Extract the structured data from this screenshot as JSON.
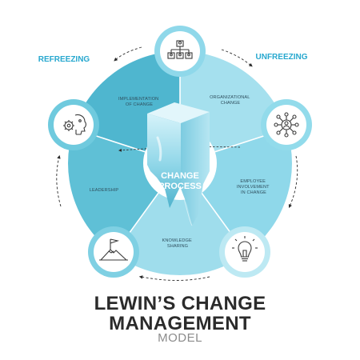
{
  "phases": {
    "refreezing": "REFREEZING",
    "unfreezing": "UNFREEZING"
  },
  "center": {
    "line1": "CHANGE",
    "line2": "PROCESS"
  },
  "segments": {
    "implementation": [
      "IMPLEMENTATION",
      "OF CHANGE"
    ],
    "organizational": [
      "ORGANIZATIONAL",
      "CHANGE"
    ],
    "employee": [
      "EMPLOYEE",
      "INVOLVEMENT",
      "IN CHANGE"
    ],
    "knowledge": [
      "KNOWLEDGE",
      "SHARING"
    ],
    "leadership": [
      "LEADERSHIP"
    ]
  },
  "title": {
    "line1": "LEWIN’S CHANGE",
    "line2": "MANAGEMENT",
    "line3": "MODEL"
  },
  "icons": {
    "top": "org-chart-icon",
    "right": "network-people-icon",
    "bottom_right": "lightbulb-icon",
    "bottom_left": "mountain-flag-icon",
    "left": "gear-brain-icon"
  },
  "colors": {
    "dark_teal": "#58bcd2",
    "mid_teal": "#6fcade",
    "light_teal": "#92dbeb",
    "pale_teal": "#bde9f3",
    "label_blue": "#27a8cf",
    "title": "#2b2b2b",
    "subtitle": "#8b8b8b"
  }
}
